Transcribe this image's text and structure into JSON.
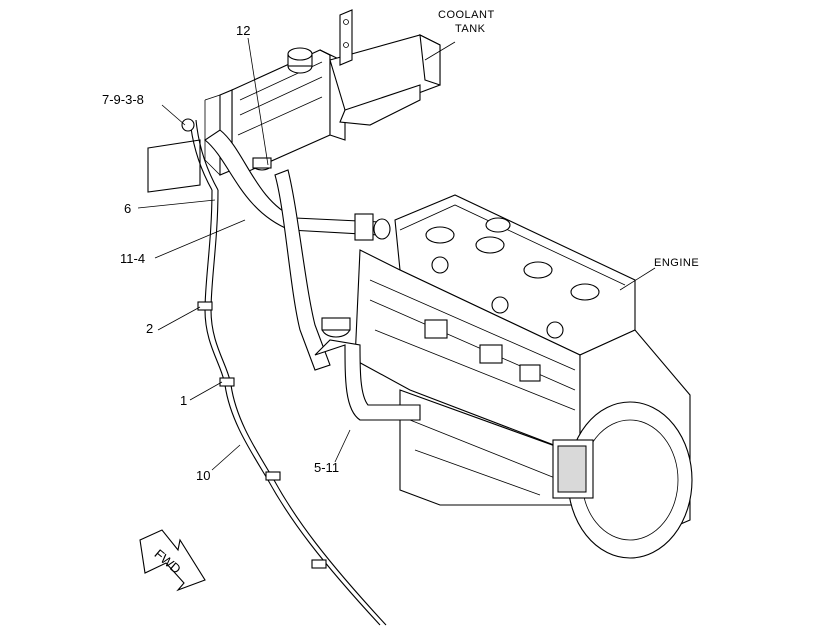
{
  "labels": {
    "coolant_tank_line1": "COOLANT",
    "coolant_tank_line2": "TANK",
    "engine": "ENGINE",
    "fwd": "FWD"
  },
  "callouts": [
    "12",
    "7-9-3-8",
    "6",
    "11-4",
    "2",
    "1",
    "10",
    "5-11"
  ]
}
